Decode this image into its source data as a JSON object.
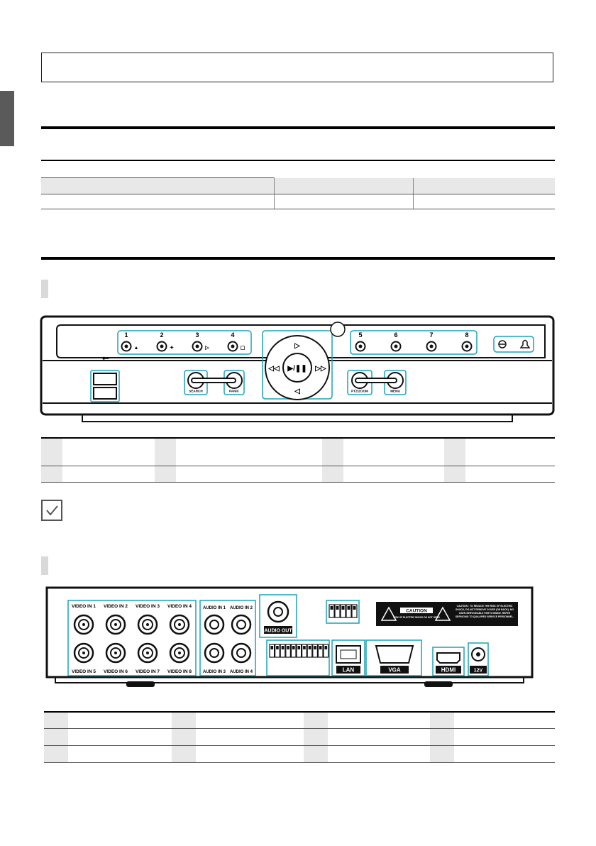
{
  "front_panel": {
    "number_buttons_left": [
      "1",
      "2",
      "3",
      "4"
    ],
    "number_buttons_right": [
      "5",
      "6",
      "7",
      "8"
    ],
    "buttons": {
      "search": "SEARCH",
      "panic": "PANIC",
      "ptz_zoom": "PTZ/ZOOM",
      "menu": "MENU"
    }
  },
  "rear_panel": {
    "video_in_top": [
      "VIDEO IN 1",
      "VIDEO IN 2",
      "VIDEO IN 3",
      "VIDEO IN 4"
    ],
    "video_in_bottom": [
      "VIDEO IN 5",
      "VIDEO IN 6",
      "VIDEO IN 7",
      "VIDEO IN 8"
    ],
    "audio_in_top": [
      "AUDIO IN 1",
      "AUDIO IN 2"
    ],
    "audio_in_bottom": [
      "AUDIO IN 3",
      "AUDIO IN 4"
    ],
    "audio_out": "AUDIO OUT",
    "lan": "LAN",
    "vga": "VGA",
    "hdmi": "HDMI",
    "power": "12V",
    "caution": "CAUTION",
    "caution_sub": "RISK OF ELECTRIC SHOCK DO NOT OPEN",
    "caution_text": "CAUTION : TO REDUCE THE RISK OF ELECTRIC SHOCK, DO NOT REMOVE COVER (OR BACK). NO USER-SERVICEABLE PARTS INSIDE. REFER SERVICING TO QUALIFIED SERVICE PERSONNEL."
  },
  "colors": {
    "accent": "#1aa3b8",
    "dark": "#111111",
    "grey": "#e8e8e8"
  }
}
